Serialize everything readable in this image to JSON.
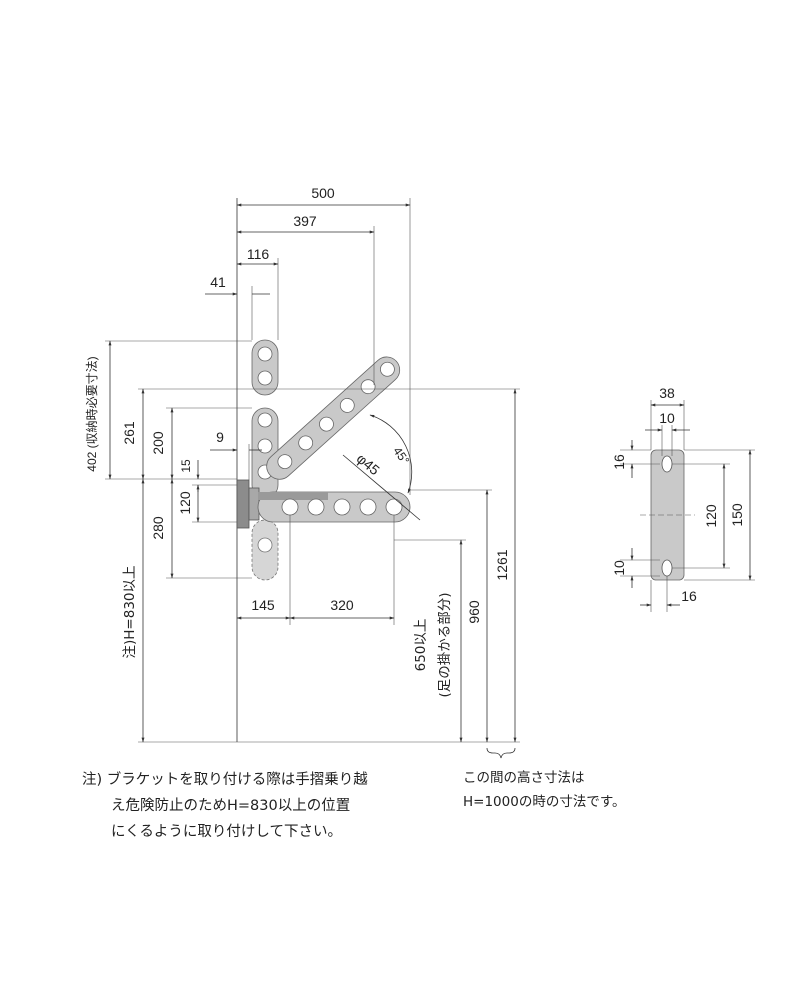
{
  "dimensions": {
    "d500": "500",
    "d397": "397",
    "d116": "116",
    "d41": "41",
    "d9": "9",
    "d402": "402",
    "d402_note": "(収納時必要寸法)",
    "d261": "261",
    "d200": "200",
    "d15": "15",
    "d120": "120",
    "d280": "280",
    "d145": "145",
    "d320": "320",
    "d45": "45°",
    "d_phi45": "φ45",
    "d1261": "1261",
    "d960": "960",
    "d650": "650以上",
    "d650_note": "(足の掛かる部分)",
    "dH830": "注)H=830以上",
    "side_38": "38",
    "side_10top": "10",
    "side_16left": "16",
    "side_120": "120",
    "side_150": "150",
    "side_10bottom": "10",
    "side_16bottom": "16"
  },
  "notes": {
    "main_line1": "注) ブラケットを取り付ける際は手摺乗り越",
    "main_line2": "え危険防止のためH=830以上の位置",
    "main_line3": "にくるように取り付けして下さい。",
    "side_line1": "この間の高さ寸法は",
    "side_line2": "H=1000の時の寸法です。"
  },
  "colors": {
    "part_fill": "#c9c9c9",
    "part_dark": "#8c8c8c",
    "line": "#333333"
  }
}
